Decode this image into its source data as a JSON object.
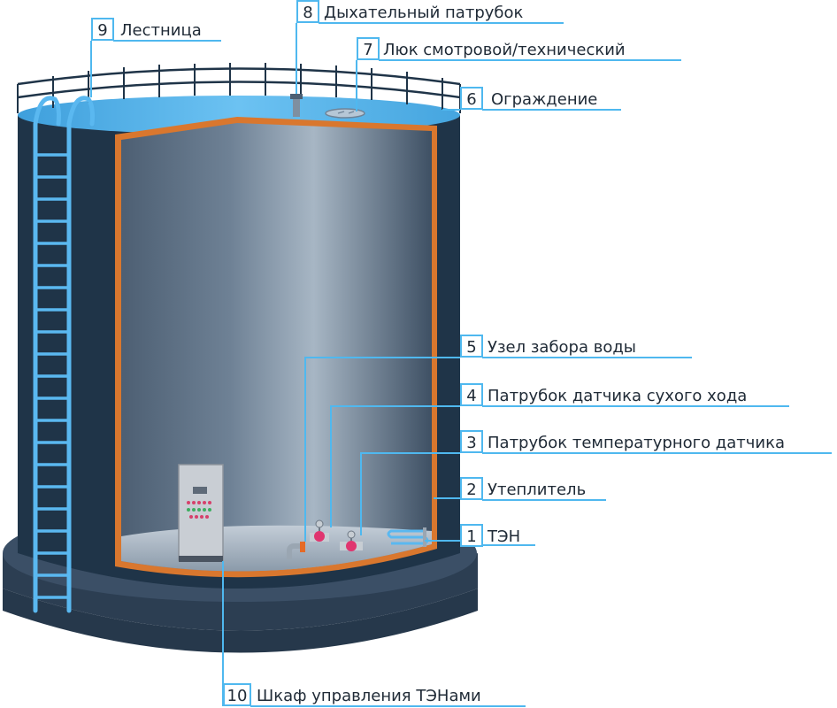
{
  "labels": [
    {
      "num": "1",
      "text": "ТЭН"
    },
    {
      "num": "2",
      "text": "Утеплитель"
    },
    {
      "num": "3",
      "text": "Патрубок температурного датчика"
    },
    {
      "num": "4",
      "text": "Патрубок датчика сухого хода"
    },
    {
      "num": "5",
      "text": "Узел забора воды"
    },
    {
      "num": "6",
      "text": "Ограждение"
    },
    {
      "num": "7",
      "text": "Люк смотровой/технический"
    },
    {
      "num": "8",
      "text": "Дыхательный патрубок"
    },
    {
      "num": "9",
      "text": "Лестница"
    },
    {
      "num": "10",
      "text": "Шкаф управления ТЭНами"
    }
  ],
  "colors": {
    "tank_dark": "#1f3448",
    "tank_base": "#2c3e52",
    "water_top": "#5bb3ea",
    "interior": "#8fa3b6",
    "insulation": "#d9772e",
    "ladder": "#5ab8f0",
    "leader": "#4fb8ef",
    "text": "#1f2a36"
  },
  "icons": [
    "ladder-icon",
    "railing-icon",
    "breather-pipe-icon",
    "hatch-icon",
    "heater-icon",
    "sensor-icon",
    "control-cabinet-icon"
  ]
}
